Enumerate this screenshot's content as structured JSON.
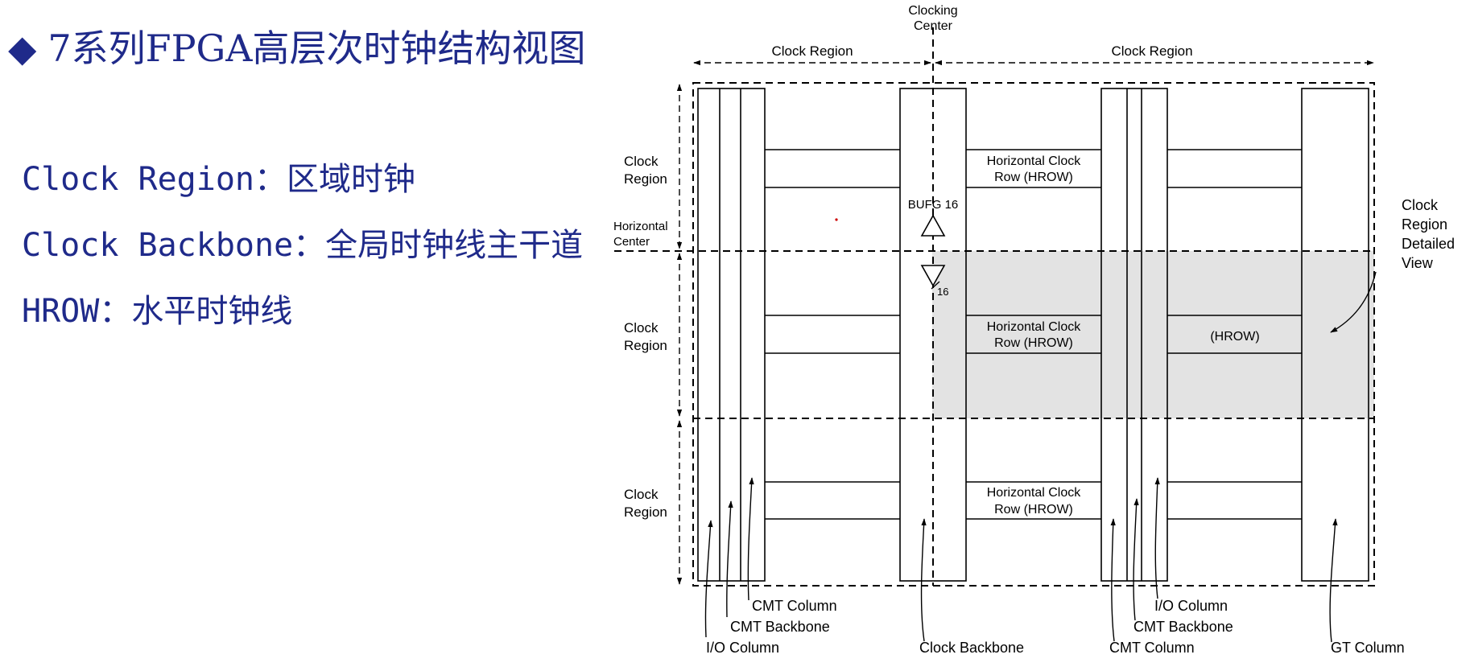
{
  "title": {
    "bullet": "◆",
    "text": "7系列FPGA高层次时钟结构视图"
  },
  "notes": [
    "Clock Region：区域时钟",
    "Clock Backbone：全局时钟线主干道",
    "HROW：水平时钟线"
  ],
  "diagram": {
    "clocking_center": [
      "Clocking",
      "Center"
    ],
    "clock_region_top": "Clock Region",
    "region_label": [
      "Clock",
      "Region"
    ],
    "horizontal_center": [
      "Horizontal",
      "Center"
    ],
    "hrow_label": [
      "Horizontal Clock",
      "Row (HROW)"
    ],
    "hrow_short": "(HROW)",
    "bufg": "BUFG 16",
    "bus_width": "16",
    "detailed_view": [
      "Clock",
      "Region",
      "Detailed",
      "View"
    ],
    "bottom_labels": {
      "cmt_column": "CMT Column",
      "cmt_backbone": "CMT Backbone",
      "io_column": "I/O Column",
      "clock_backbone": "Clock Backbone",
      "gt_column": "GT Column"
    },
    "colors": {
      "highlight_fill": "#e3e3e3",
      "title": "#1f2a8a",
      "marker": "#cc0000"
    }
  }
}
